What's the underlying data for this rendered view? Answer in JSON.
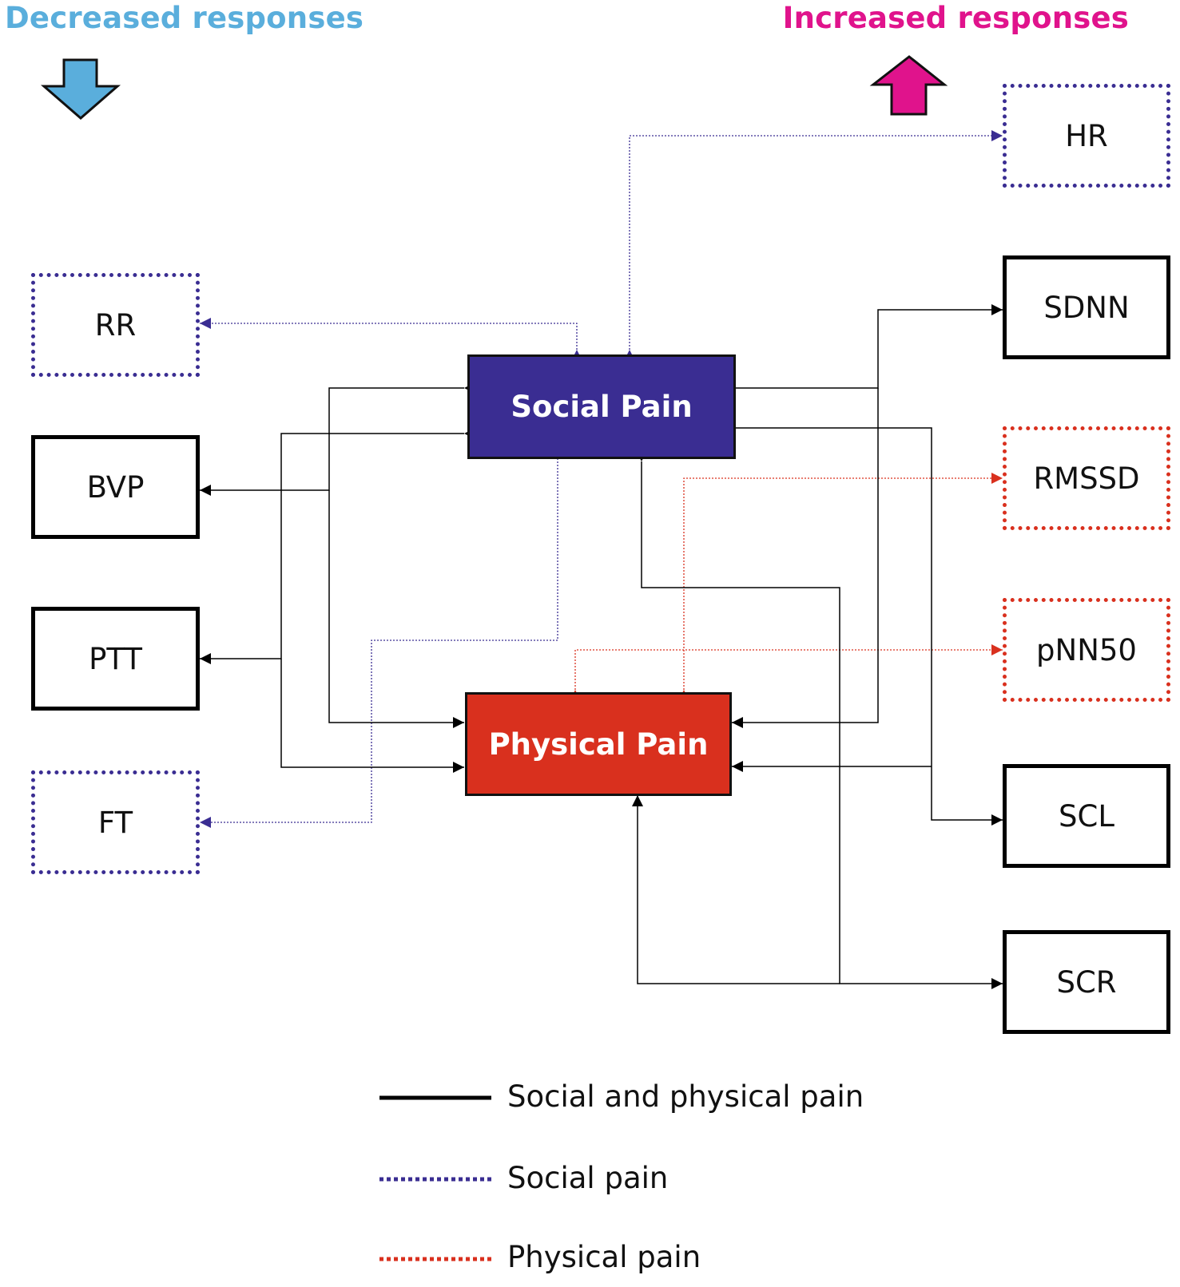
{
  "headers": {
    "decreased": "Decreased responses",
    "increased": "Increased responses",
    "decreased_color": "#5aaedc",
    "increased_color": "#e0138c"
  },
  "nodes": {
    "social_pain": "Social Pain",
    "physical_pain": "Physical Pain",
    "rr": "RR",
    "bvp": "BVP",
    "ptt": "PTT",
    "ft": "FT",
    "hr": "HR",
    "sdnn": "SDNN",
    "rmssd": "RMSSD",
    "pnn50": "pNN50",
    "scl": "SCL",
    "scr": "SCR"
  },
  "colors": {
    "social": "#3a2d92",
    "physical": "#d9301e",
    "both": "#000000"
  },
  "icons": {
    "decreased": "down-arrow-icon",
    "increased": "up-arrow-icon"
  },
  "legend": {
    "both": "Social and physical pain",
    "social": "Social pain",
    "physical": "Physical pain"
  }
}
